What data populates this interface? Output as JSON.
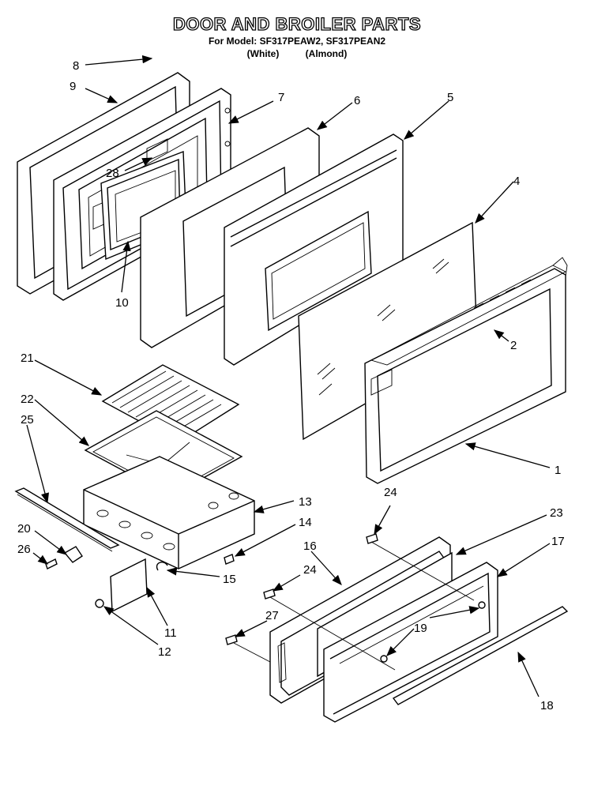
{
  "header": {
    "title": "DOOR AND BROILER PARTS",
    "subtitle": "For Model: SF317PEAW2, SF317PEAN2",
    "variant_white": "(White)",
    "variant_almond": "(Almond)"
  },
  "callouts": {
    "c1": "1",
    "c2": "2",
    "c4": "4",
    "c5": "5",
    "c6": "6",
    "c7": "7",
    "c8": "8",
    "c9": "9",
    "c10": "10",
    "c11": "11",
    "c12": "12",
    "c13": "13",
    "c14": "14",
    "c15": "15",
    "c16": "16",
    "c17": "17",
    "c18": "18",
    "c19": "19",
    "c20": "20",
    "c21": "21",
    "c22": "22",
    "c23": "23",
    "c24a": "24",
    "c24b": "24",
    "c25": "25",
    "c26": "26",
    "c27": "27",
    "c28": "28"
  }
}
